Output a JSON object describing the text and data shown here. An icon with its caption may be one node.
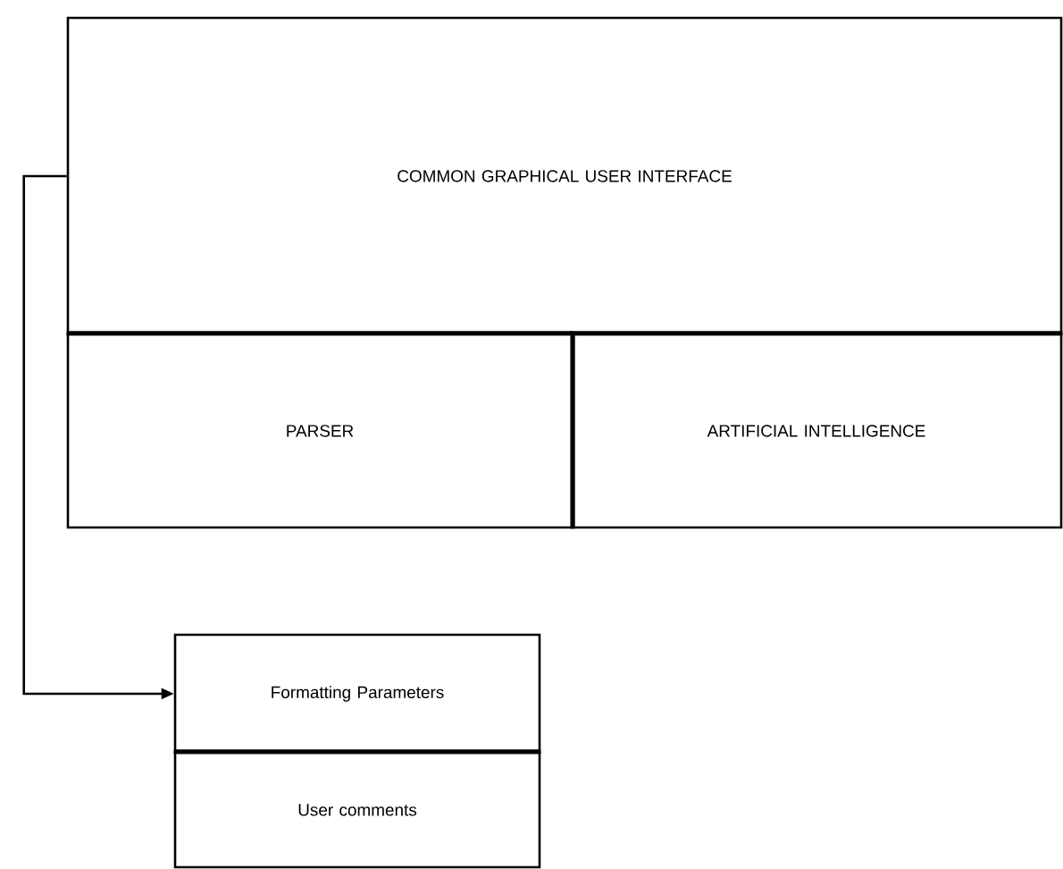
{
  "diagram": {
    "nodes": [
      {
        "text": [
          "COMMON GRAPHICAL USER INTERFACE"
        ]
      },
      {
        "text": [
          "PARSER"
        ]
      },
      {
        "text": [
          "ARTIFICIAL INTELLIGENCE"
        ]
      },
      {
        "text": [
          "Formatting Parameters"
        ]
      },
      {
        "text": [
          "User comments"
        ]
      }
    ],
    "edges": [
      {
        "from": 0,
        "to": 3,
        "arrow": "to"
      }
    ]
  }
}
